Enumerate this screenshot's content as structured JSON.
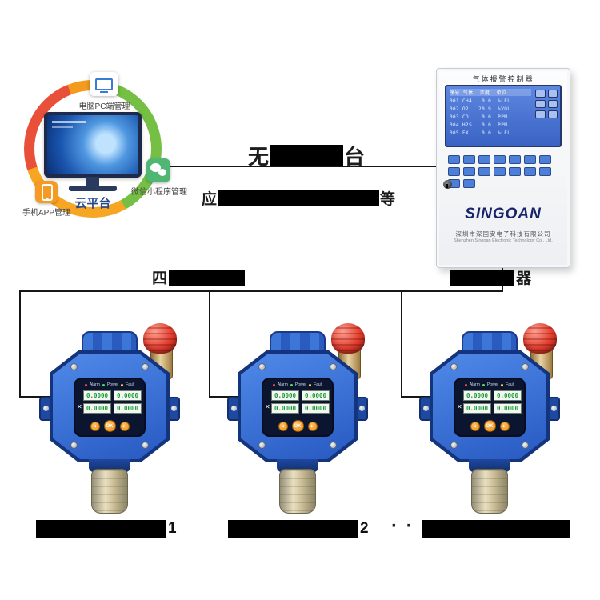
{
  "cloud": {
    "center_label": "云平台",
    "pc_label": "电脑PC端管理",
    "wechat_label": "微信小程序管理",
    "app_label": "手机APP管理"
  },
  "center": {
    "title_prefix": "无",
    "title_suffix": "台",
    "subtitle_prefix": "应",
    "subtitle_suffix": "等"
  },
  "labels": {
    "cable_prefix": "四",
    "controller_suffix": "器",
    "dots": "· · ·"
  },
  "controller": {
    "title": "气体报警控制器",
    "screen_header": "序号 气体  浓度  单位",
    "screen_rows": [
      "001 CH4   0.0  %LEL",
      "002 O2   20.9  %VOL",
      "003 CO    0.0  PPM ",
      "004 H2S   0.0  PPM ",
      "005 EX    0.0  %LEL"
    ],
    "brand": "SINGOAN",
    "company_cn": "深圳市深国安电子科技有限公司",
    "company_en": "Shenzhen Singoan Electronic Technology Co., Ltd."
  },
  "detector": {
    "status_alarm": "Alarm",
    "status_power": "Power",
    "status_fault": "Fault",
    "x_mark": "✕",
    "values": [
      "0.0000",
      "0.0000",
      "0.0000",
      "0.0000"
    ],
    "btn_left": "◄",
    "btn_ok": "OK",
    "btn_right": "►"
  },
  "captions": {
    "det1_suffix": "1",
    "det2_suffix": "2",
    "det3_suffix": ""
  },
  "icons": {
    "pc": "monitor-icon",
    "wechat": "wechat-icon",
    "app": "phone-icon",
    "keyhole": "keyhole-icon",
    "beacon": "alarm-beacon"
  },
  "colors": {
    "detector_blue": "#2f66cc",
    "detector_border": "#14357e",
    "beacon_red": "#e23e2e",
    "brass": "#c9a24b",
    "ring_green": "#74bf44",
    "ring_orange": "#f6a623",
    "ring_red": "#e8503a",
    "screen_blue": "#4a79d8",
    "brand_navy": "#17246b"
  }
}
